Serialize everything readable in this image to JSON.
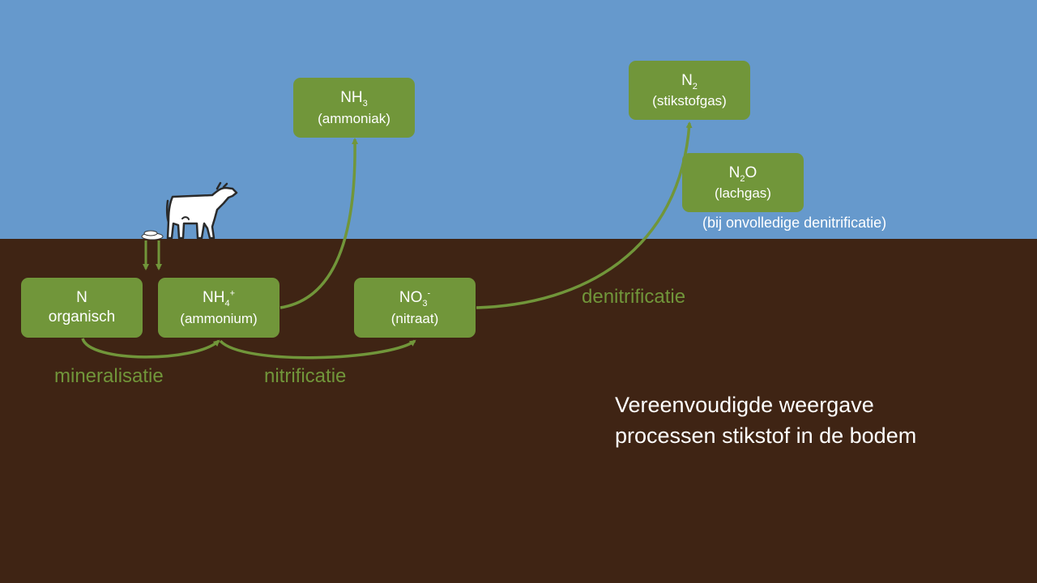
{
  "colors": {
    "sky": "#6699cc",
    "soil": "#3f2414",
    "green": "#71963a",
    "white": "#ffffff"
  },
  "boxes": {
    "n_organic": {
      "formula": "N",
      "name": "organisch"
    },
    "ammonium": {
      "base": "NH",
      "sub": "4",
      "sup": "+",
      "name": "(ammonium)"
    },
    "nitrate": {
      "base": "NO",
      "sub": "3",
      "sup": "-",
      "name": "(nitraat)"
    },
    "ammonia": {
      "base": "NH",
      "sub": "3",
      "name": "(ammoniak)"
    },
    "n2": {
      "base": "N",
      "sub": "2",
      "name": "(stikstofgas)"
    },
    "n2o": {
      "base": "N",
      "sub": "2",
      "tail": "O",
      "name": "(lachgas)"
    }
  },
  "labels": {
    "mineralisation": "mineralisatie",
    "nitrification": "nitrificatie",
    "denitrification": "denitrificatie",
    "n2o_note": "(bij onvolledige denitrificatie)"
  },
  "caption": {
    "line1": "Vereenvoudigde weergave",
    "line2": "processen stikstof in de bodem"
  },
  "icons": {
    "cow": "cow-icon",
    "manure": "manure-icon"
  }
}
